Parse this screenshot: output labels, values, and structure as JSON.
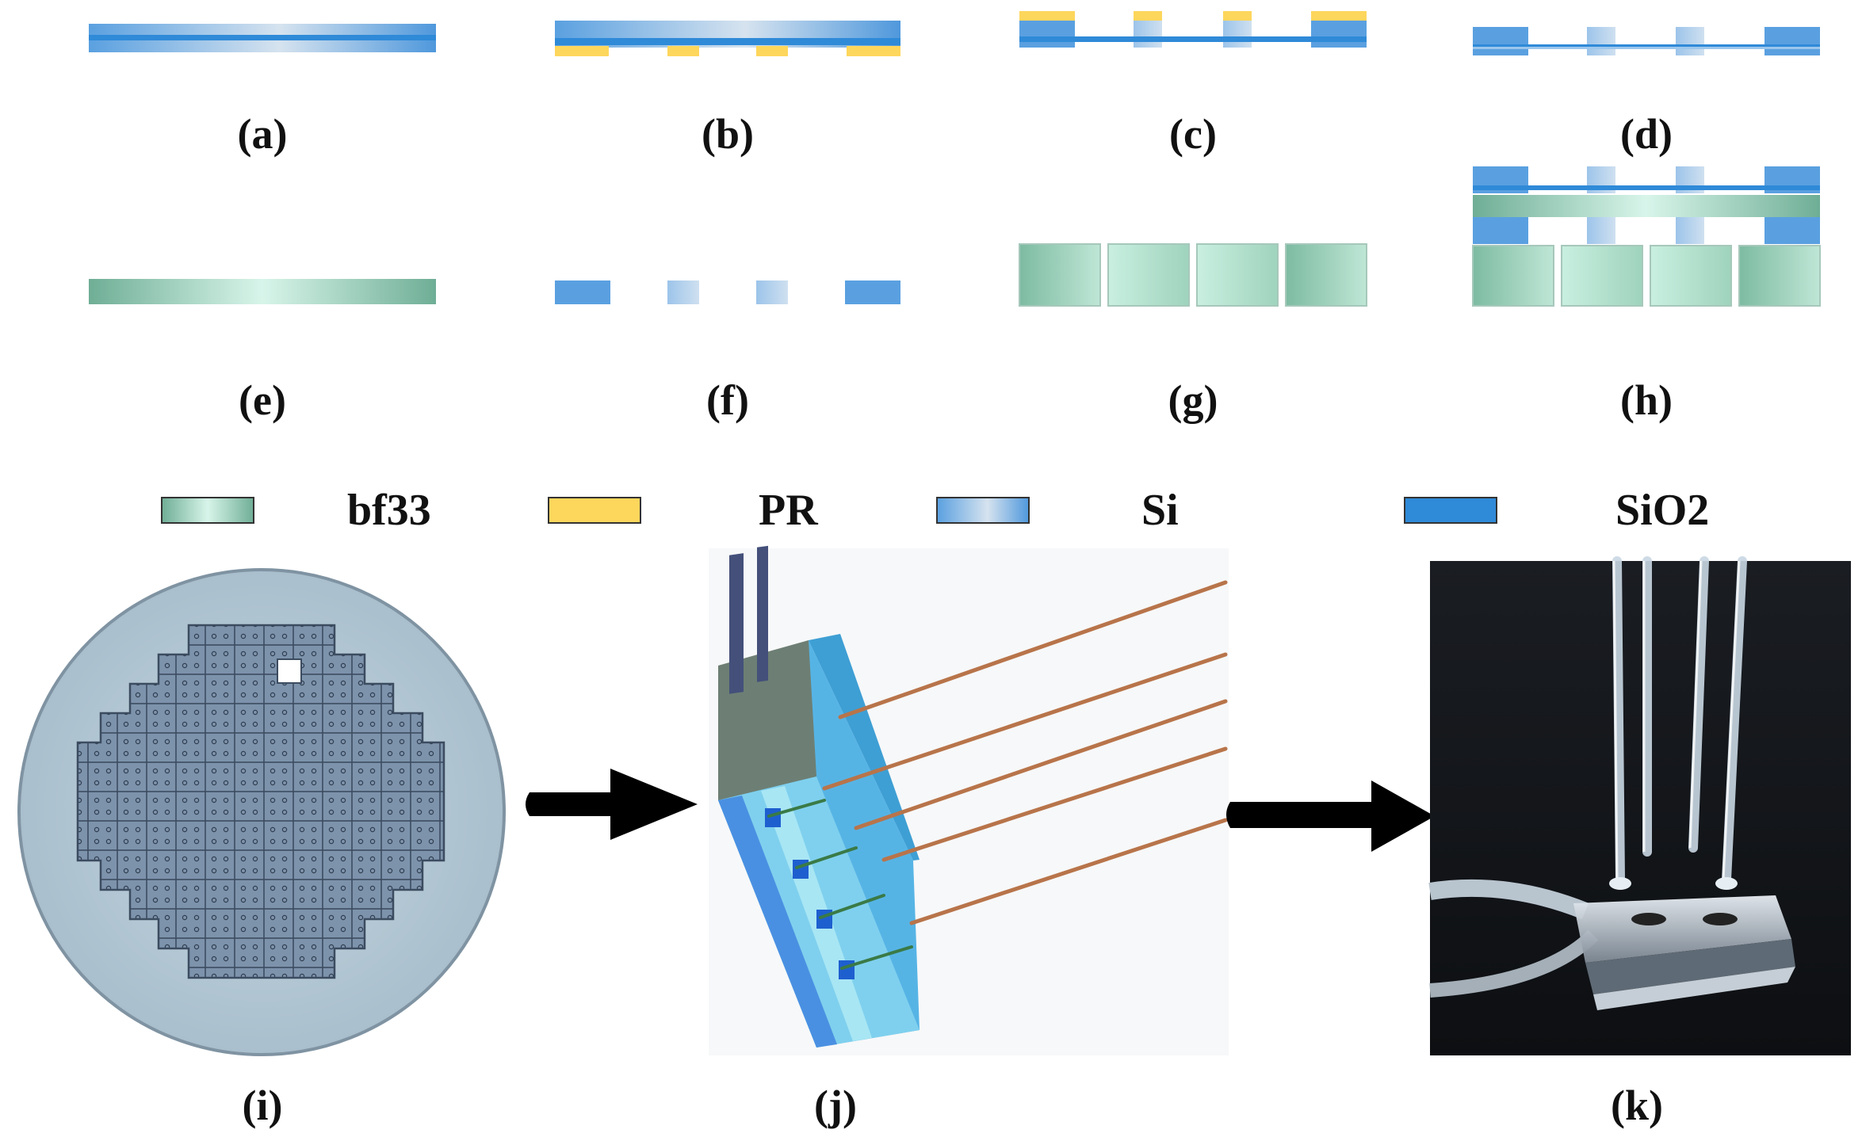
{
  "panels": {
    "a": "(a)",
    "b": "(b)",
    "c": "(c)",
    "d": "(d)",
    "e": "(e)",
    "f": "(f)",
    "g": "(g)",
    "h": "(h)",
    "i": "(i)",
    "j": "(j)",
    "k": "(k)"
  },
  "legend": [
    {
      "key": "bf33",
      "label": "bf33",
      "color": "#8fc9b2"
    },
    {
      "key": "pr",
      "label": "PR",
      "color": "#fdd65c"
    },
    {
      "key": "si",
      "label": "Si",
      "color": "#8fb9e6"
    },
    {
      "key": "sio2",
      "label": "SiO2",
      "color": "#2f8ad8"
    }
  ]
}
